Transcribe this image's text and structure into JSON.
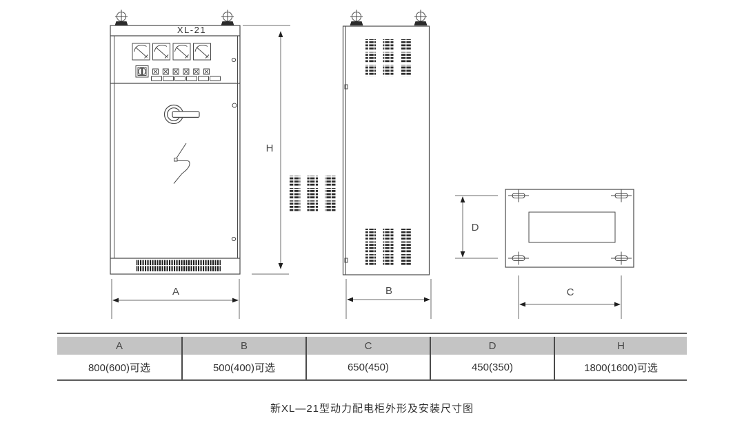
{
  "front_view": {
    "model_label": "XL-21"
  },
  "dim_labels": {
    "cabinet_width": "A",
    "cabinet_depth": "B",
    "mount_hole_width": "C",
    "mount_hole_depth": "D",
    "cabinet_height": "H"
  },
  "size_table": {
    "header_bg": "#c4c4c4",
    "columns": [
      {
        "header": "A",
        "value": "800(600)可选"
      },
      {
        "header": "B",
        "value": "500(400)可选"
      },
      {
        "header": "C",
        "value": "650(450)"
      },
      {
        "header": "D",
        "value": "450(350)"
      },
      {
        "header": "H",
        "value": "1800(1600)可选"
      }
    ]
  },
  "caption": "新XL—21型动力配电柜外形及安装尺寸图",
  "colors": {
    "line": "#4a4a4a",
    "dim_line": "#6b6b6b",
    "vent_fill": "#2b2b2b",
    "header_bg": "#c4c4c4"
  }
}
